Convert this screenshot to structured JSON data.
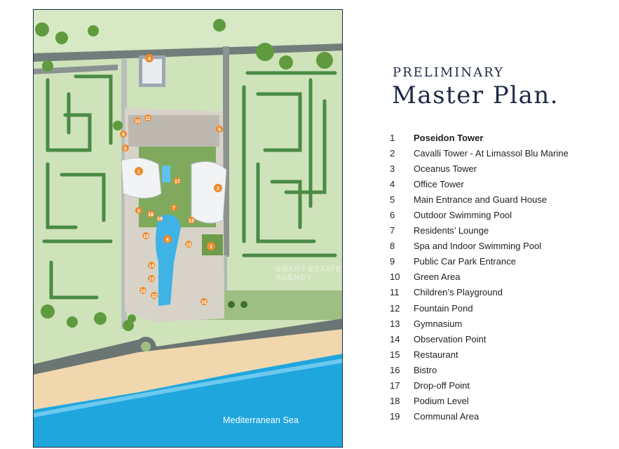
{
  "heading": {
    "line1": "PRELIMINARY",
    "line2": "Master Plan."
  },
  "map": {
    "sea_label": "Mediterranean Sea",
    "watermark": "SMART ESTATE AGENCY",
    "colors": {
      "sea": "#1fa6dd",
      "beach": "#f1d7ae",
      "grass": "#c9dfb2",
      "road": "#6f7a78",
      "marker": "#ee8a2c"
    },
    "markers": [
      "1",
      "2",
      "3",
      "4",
      "5",
      "6",
      "7",
      "8",
      "9",
      "9",
      "10",
      "11",
      "12",
      "13",
      "14",
      "15",
      "16",
      "16",
      "16",
      "17",
      "18",
      "19",
      "19"
    ]
  },
  "legend": [
    {
      "num": "1",
      "label": "Poseidon Tower"
    },
    {
      "num": "2",
      "label": "Cavalli Tower - At Limassol Blu Marine"
    },
    {
      "num": "3",
      "label": "Oceanus Tower"
    },
    {
      "num": "4",
      "label": "Office Tower"
    },
    {
      "num": "5",
      "label": "Main Entrance and Guard House"
    },
    {
      "num": "6",
      "label": "Outdoor Swimming Pool"
    },
    {
      "num": "7",
      "label": "Residents’ Lounge"
    },
    {
      "num": "8",
      "label": "Spa and Indoor Swimming Pool"
    },
    {
      "num": "9",
      "label": "Public Car Park Entrance"
    },
    {
      "num": "10",
      "label": "Green Area"
    },
    {
      "num": "11",
      "label": "Children’s Playground"
    },
    {
      "num": "12",
      "label": "Fountain Pond"
    },
    {
      "num": "13",
      "label": "Gymnasium"
    },
    {
      "num": "14",
      "label": "Observation Point"
    },
    {
      "num": "15",
      "label": "Restaurant"
    },
    {
      "num": "16",
      "label": "Bistro"
    },
    {
      "num": "17",
      "label": "Drop-off Point"
    },
    {
      "num": "18",
      "label": "Podium Level"
    },
    {
      "num": "19",
      "label": "Communal Area"
    }
  ]
}
